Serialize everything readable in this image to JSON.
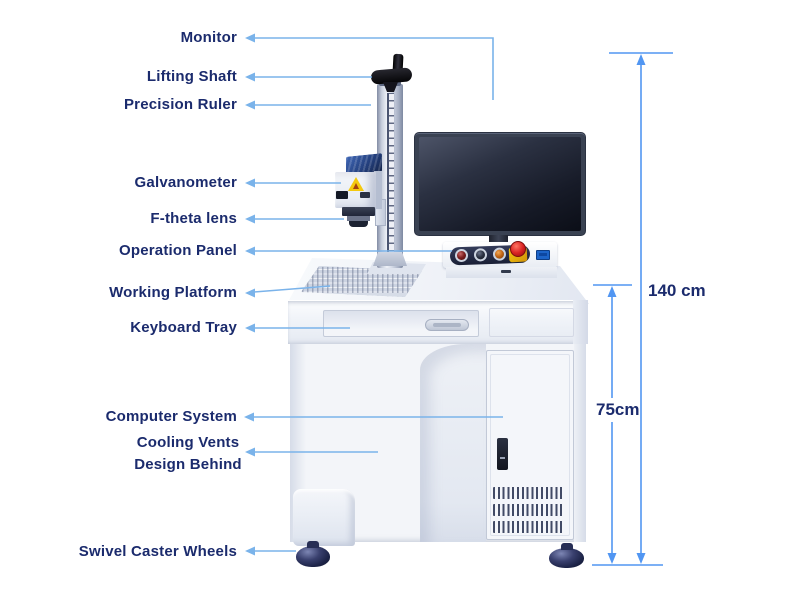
{
  "labels": {
    "monitor": "Monitor",
    "lifting_shaft": "Lifting Shaft",
    "precision_ruler": "Precision Ruler",
    "galvanometer": "Galvanometer",
    "f_theta_lens": "F-theta lens",
    "operation_panel": "Operation Panel",
    "working_platform": "Working Platform",
    "keyboard_tray": "Keyboard Tray",
    "computer_system": "Computer System",
    "cooling_vents": "Cooling Vents",
    "design_behind": "Design Behind",
    "swivel_caster_wheels": "Swivel Caster Wheels"
  },
  "dimensions": {
    "overall_height": "140 cm",
    "table_height": "75cm"
  },
  "icons": {
    "laser_warning": "warning-triangle",
    "pointer_arrow": "left-triangle-arrowhead"
  },
  "colors": {
    "label_text": "#1b2b6d",
    "pointer_line": "#7ab3ea",
    "dimension_line": "#5196f2",
    "machine_body": "#f3f5f9",
    "monitor_screen": "#161a26",
    "warning_label": "#f4c90f",
    "emergency_stop": "#da2222",
    "usb_port": "#1c64c9",
    "caster": "#1c2347",
    "background": "#ffffff"
  }
}
